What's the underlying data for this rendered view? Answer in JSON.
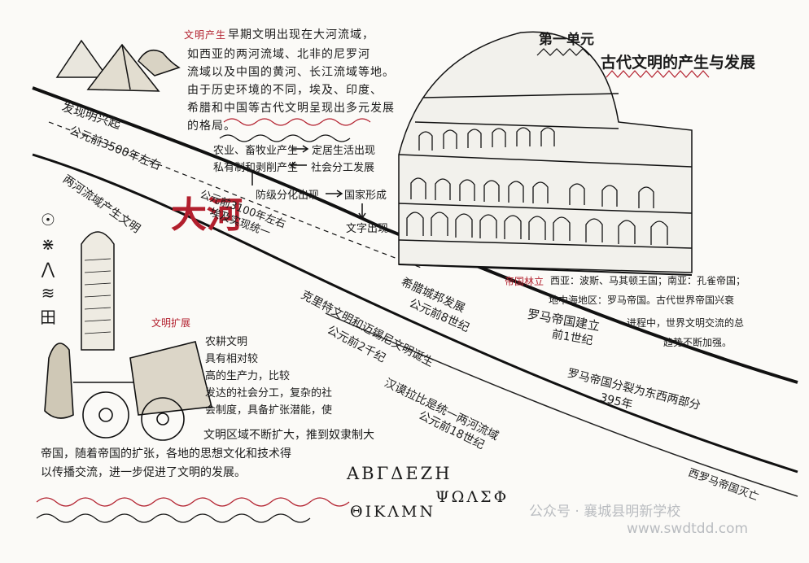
{
  "unit": {
    "number": "第一单元",
    "title": "古代文明的产生与发展"
  },
  "origin": {
    "heading": "文明产生",
    "text_lines": [
      "早期文明出现在大河流域，",
      "如西亚的两河流域、北非的尼罗河",
      "流域以及中国的黄河、长江流域等地。",
      "由于历史环境的不同，埃及、印度、",
      "希腊和中国等古代文明呈现出多元发展",
      "的格局。"
    ]
  },
  "flow": {
    "row1": [
      "农业、畜牧业产生",
      "定居生活出现"
    ],
    "row2": [
      "私有制和剥削产生",
      "社会分工发展"
    ],
    "row3": [
      "防级分化出现",
      "国家形成"
    ],
    "row4": "文字出现"
  },
  "river": {
    "big_char": "大河",
    "labels": [
      "发现明兴起",
      "公元前3500年左右",
      "两河流域产生文明",
      "公元前3100年左右",
      "埃及实现统一",
      "希腊城邦发展",
      "公元前8世纪",
      "克里特文明和迈锡尼文明诞生",
      "公元前2千纪",
      "汉谟拉比是统一两河流域",
      "公元前18世纪",
      "罗马帝国建立",
      "前1世纪",
      "罗马帝国分裂为东西两部分",
      "395年",
      "西罗马帝国灭亡"
    ]
  },
  "empire": {
    "heading": "帝国林立",
    "lines": [
      "西亚：波斯、马其顿王国；南亚：孔雀帝国；",
      "地中海地区：罗马帝国。古代世界帝国兴衰",
      "进程中，世界文明交流的总",
      "趋势不断加强。"
    ]
  },
  "expansion": {
    "heading": "文明扩展",
    "right_lines": [
      "农耕文明",
      "具有相对较",
      "高的生产力，比较",
      "发达的社会分工，复杂的社",
      "会制度，具备扩张潜能，使"
    ],
    "full_lines": [
      "文明区域不断扩大，推到奴隶制大",
      "帝国，随着帝国的扩张，各地的思想文化和技术得",
      "以传播交流，进一步促进了文明的发展。"
    ]
  },
  "scripts": {
    "line1": "ΑΒΓΔΕΖΗ",
    "line2": "ΨΩΛΣΦ",
    "line3": "ΘΙΚΛΜΝ",
    "glyphs": [
      "☉",
      "⋇",
      "⋀",
      "≋",
      "田"
    ]
  },
  "watermark": {
    "account": "公众号 · 襄城县明新学校",
    "site": "www.swdtdd.com"
  },
  "colors": {
    "ink": "#1b1b1b",
    "accent": "#b21f2d",
    "paper": "#fbfaf7"
  }
}
